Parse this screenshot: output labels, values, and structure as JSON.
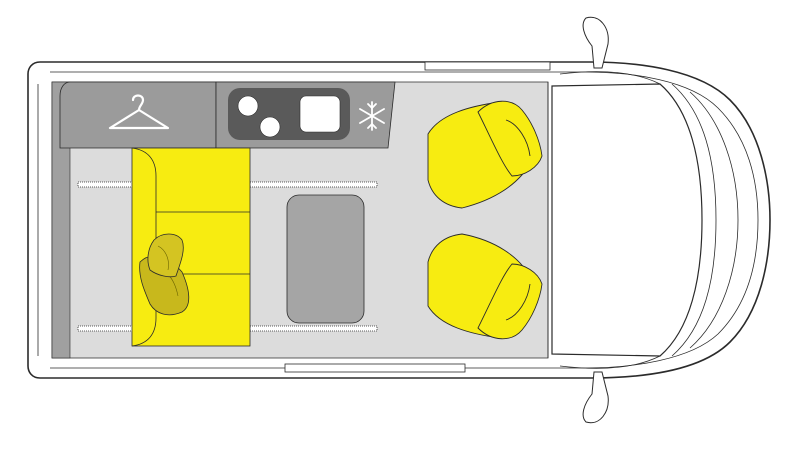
{
  "diagram": {
    "type": "camper-van-floor-plan",
    "orientation": "front-right",
    "colors": {
      "background": "#ffffff",
      "body_outline": "#2b2b2b",
      "floor": "#dcdcdc",
      "cabinet": "#9b9b9b",
      "furniture_accent": "#f7ec11",
      "cushion_stroke": "#6b6400",
      "pillow": "#c8b81c",
      "table": "#a5a5a5"
    },
    "elements": [
      {
        "id": "wardrobe",
        "icon": "coat-hanger-icon"
      },
      {
        "id": "kitchen",
        "fixtures": [
          "stove-burner-icon",
          "stove-burner-icon",
          "sink-icon"
        ]
      },
      {
        "id": "fridge",
        "icon": "snowflake-icon"
      },
      {
        "id": "rear-bench-bed",
        "cushions": 2,
        "pillows": 2
      },
      {
        "id": "dining-table"
      },
      {
        "id": "table-rails",
        "count": 2
      },
      {
        "id": "cab-seats",
        "count": 2,
        "swivel": true
      },
      {
        "id": "cab-windshield"
      },
      {
        "id": "side-mirrors",
        "count": 2
      }
    ]
  }
}
